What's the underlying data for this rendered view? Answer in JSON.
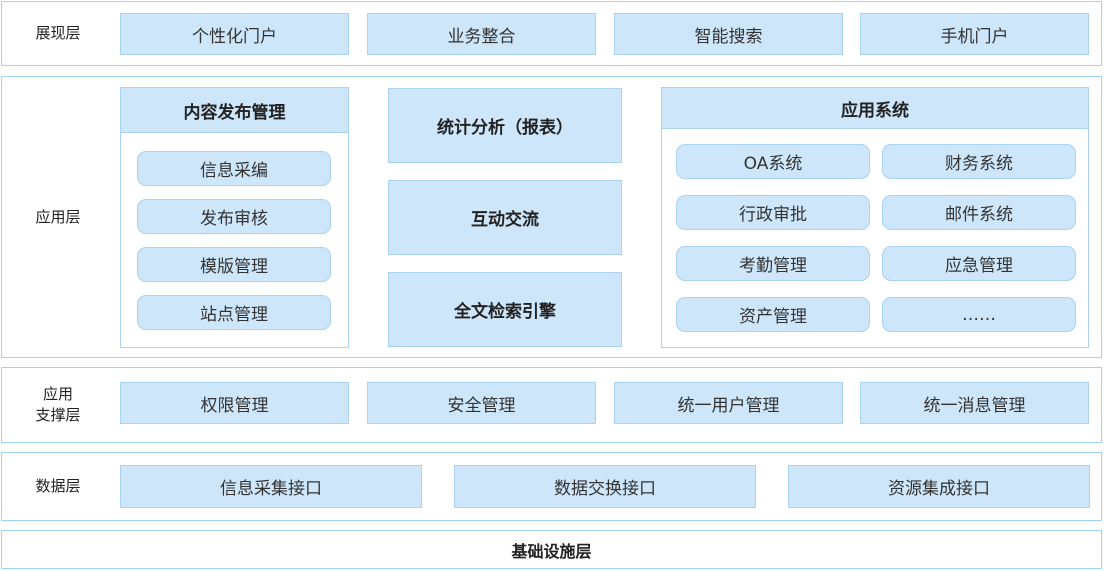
{
  "presentation": {
    "label": "展现层",
    "items": [
      "个性化门户",
      "业务整合",
      "智能搜索",
      "手机门户"
    ]
  },
  "application": {
    "label": "应用层",
    "content_mgmt": {
      "title": "内容发布管理",
      "items": [
        "信息采编",
        "发布审核",
        "模版管理",
        "站点管理"
      ]
    },
    "middle": [
      "统计分析（报表）",
      "互动交流",
      "全文检索引擎"
    ],
    "app_systems": {
      "title": "应用系统",
      "items": [
        "OA系统",
        "财务系统",
        "行政审批",
        "邮件系统",
        "考勤管理",
        "应急管理",
        "资产管理",
        "……"
      ]
    }
  },
  "support": {
    "label_line1": "应用",
    "label_line2": "支撑层",
    "items": [
      "权限管理",
      "安全管理",
      "统一用户管理",
      "统一消息管理"
    ]
  },
  "data": {
    "label": "数据层",
    "items": [
      "信息采集接口",
      "数据交换接口",
      "资源集成接口"
    ]
  },
  "infrastructure": {
    "label": "基础设施层"
  }
}
